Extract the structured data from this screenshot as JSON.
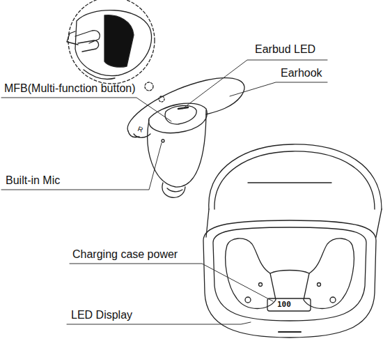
{
  "diagram": {
    "labels": [
      "Earbud LED",
      "Earhook",
      "MFB(Multi-function button)",
      "Built-in Mic",
      "Charging case power",
      "LED Display",
      "R",
      "100"
    ]
  }
}
